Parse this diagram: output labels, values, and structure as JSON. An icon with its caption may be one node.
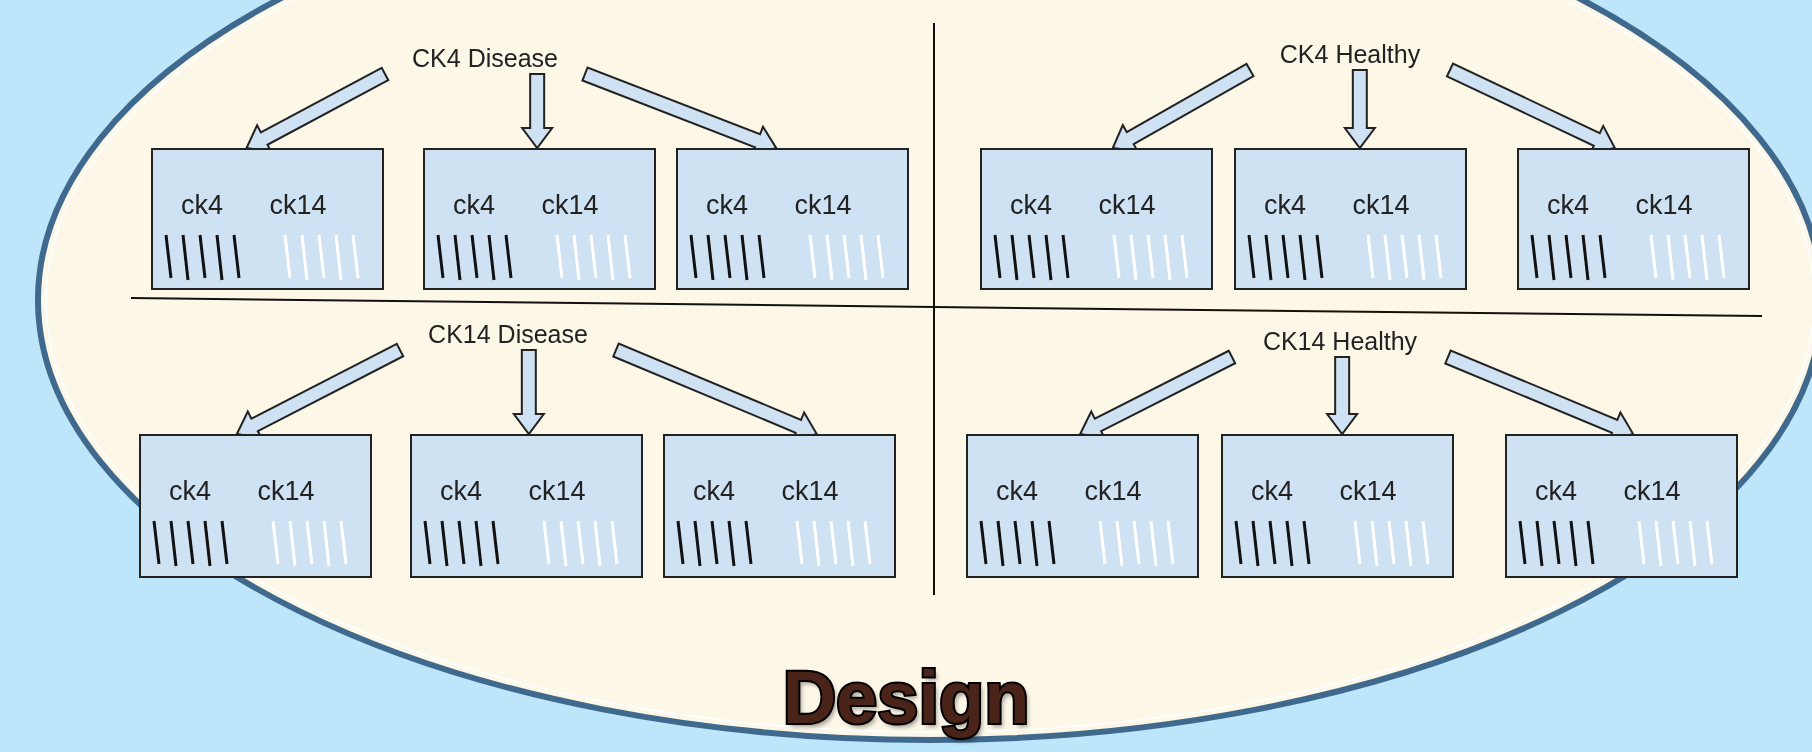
{
  "diagram": {
    "title": "Design",
    "nodes": [
      {
        "text": [
          "CK4 Disease"
        ]
      },
      {
        "text": [
          "ck4",
          "ck14"
        ]
      },
      {
        "text": [
          "ck4",
          "ck14"
        ]
      },
      {
        "text": [
          "ck4",
          "ck14"
        ]
      },
      {
        "text": [
          "CK4 Healthy"
        ]
      },
      {
        "text": [
          "ck4",
          "ck14"
        ]
      },
      {
        "text": [
          "ck4",
          "ck14"
        ]
      },
      {
        "text": [
          "ck4",
          "ck14"
        ]
      },
      {
        "text": [
          "CK14 Disease"
        ]
      },
      {
        "text": [
          "ck4",
          "ck14"
        ]
      },
      {
        "text": [
          "ck4",
          "ck14"
        ]
      },
      {
        "text": [
          "ck4",
          "ck14"
        ]
      },
      {
        "text": [
          "CK14 Healthy"
        ]
      },
      {
        "text": [
          "ck4",
          "ck14"
        ]
      },
      {
        "text": [
          "ck4",
          "ck14"
        ]
      },
      {
        "text": [
          "ck4",
          "ck14"
        ]
      }
    ],
    "edges": [
      {
        "from": 0,
        "to": 1,
        "arrow": "to"
      },
      {
        "from": 0,
        "to": 2,
        "arrow": "to"
      },
      {
        "from": 0,
        "to": 3,
        "arrow": "to"
      },
      {
        "from": 4,
        "to": 5,
        "arrow": "to"
      },
      {
        "from": 4,
        "to": 6,
        "arrow": "to"
      },
      {
        "from": 4,
        "to": 7,
        "arrow": "to"
      },
      {
        "from": 8,
        "to": 9,
        "arrow": "to"
      },
      {
        "from": 8,
        "to": 10,
        "arrow": "to"
      },
      {
        "from": 8,
        "to": 11,
        "arrow": "to"
      },
      {
        "from": 12,
        "to": 13,
        "arrow": "to"
      },
      {
        "from": 12,
        "to": 14,
        "arrow": "to"
      },
      {
        "from": 12,
        "to": 15,
        "arrow": "to"
      }
    ]
  }
}
